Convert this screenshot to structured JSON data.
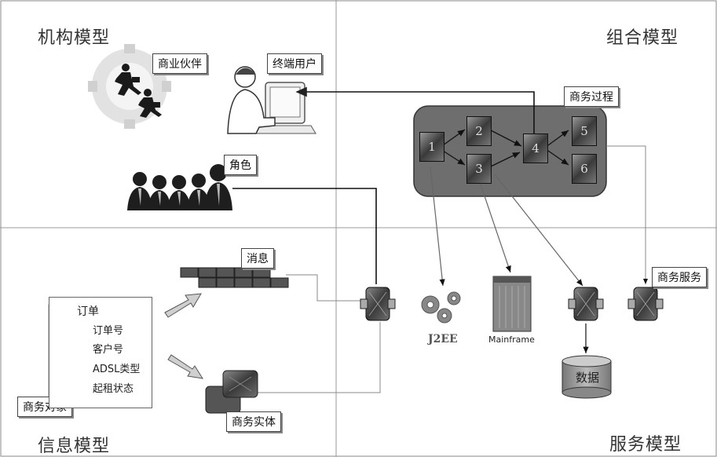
{
  "quadrants": {
    "org_model": "机构模型",
    "combo_model": "组合模型",
    "info_model": "信息模型",
    "service_model": "服务模型"
  },
  "labels": {
    "partner": "商业伙伴",
    "end_user": "终端用户",
    "role": "角色",
    "business_process": "商务过程",
    "message": "消息",
    "business_service": "商务服务",
    "business_object": "商务对象",
    "business_entity": "商务实体",
    "j2ee": "J2EE",
    "mainframe": "Mainframe",
    "data": "数据"
  },
  "order": {
    "title": "订单",
    "fields": [
      "订单号",
      "客户号",
      "ADSL类型",
      "起租状态"
    ]
  },
  "process_steps": [
    "1",
    "2",
    "3",
    "4",
    "5",
    "6"
  ],
  "colors": {
    "process_bg": "#6e6e6e",
    "node": "#3a3a3a",
    "divider": "#9a9a9a"
  }
}
